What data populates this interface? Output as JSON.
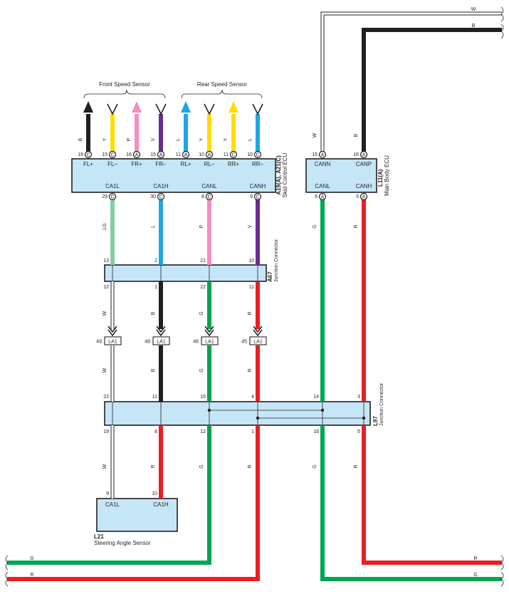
{
  "colors": {
    "B": "#231f20",
    "Y": "#ffdd00",
    "P": "#f28fbf",
    "V": "#6a2c91",
    "L": "#1ea6e6",
    "LG": "#82cfa0",
    "W": "#ffffff",
    "G": "#00a651",
    "R": "#ec1c24",
    "box_fill": "#c5e6f7"
  },
  "front_speed_sensor": {
    "label": "Front Speed Sensor"
  },
  "rear_speed_sensor": {
    "label": "Rear Speed Sensor"
  },
  "skid_ecu": {
    "id": "A19(A), A21(C)",
    "name": "Skid Control ECU",
    "top_pins": [
      {
        "pin": "16",
        "conn": "C",
        "signal": "FL+",
        "wire": "B"
      },
      {
        "pin": "15",
        "conn": "C",
        "signal": "FL–",
        "wire": "Y"
      },
      {
        "pin": "16",
        "conn": "A",
        "signal": "FR+",
        "wire": "P"
      },
      {
        "pin": "15",
        "conn": "A",
        "signal": "FR–",
        "wire": "V"
      },
      {
        "pin": "11",
        "conn": "A",
        "signal": "RL+",
        "wire": "L"
      },
      {
        "pin": "10",
        "conn": "A",
        "signal": "RL–",
        "wire": "Y"
      },
      {
        "pin": "11",
        "conn": "C",
        "signal": "RR+",
        "wire": "Y"
      },
      {
        "pin": "10",
        "conn": "C",
        "signal": "RR–",
        "wire": "L"
      }
    ],
    "bottom_pins": [
      {
        "pin": "29",
        "conn": "C",
        "signal": "CA1L",
        "wire": "LG"
      },
      {
        "pin": "30",
        "conn": "C",
        "signal": "CA1H",
        "wire": "L"
      },
      {
        "pin": "8",
        "conn": "C",
        "signal": "CANL",
        "wire": "P"
      },
      {
        "pin": "9",
        "conn": "C",
        "signal": "CANH",
        "wire": "V"
      }
    ]
  },
  "main_body_ecu": {
    "id": "L11(A)",
    "name": "Main Body ECU",
    "top_pins": [
      {
        "pin": "15",
        "conn": "A",
        "signal": "CANN",
        "wire": "W"
      },
      {
        "pin": "16",
        "conn": "A",
        "signal": "CANP",
        "wire": "B"
      }
    ],
    "bottom_pins": [
      {
        "pin": "6",
        "conn": "A",
        "signal": "CANL",
        "wire": "G"
      },
      {
        "pin": "5",
        "conn": "A",
        "signal": "CANH",
        "wire": "R"
      }
    ]
  },
  "a67": {
    "id": "A67",
    "name": "Junction Connector",
    "top_pins": [
      "13",
      "2",
      "21",
      "10"
    ],
    "bottom_pins": [
      "12",
      "1",
      "22",
      "11"
    ],
    "bottom_wires": [
      "W",
      "B",
      "G",
      "R"
    ]
  },
  "la1": {
    "label": "LA1",
    "pins": [
      "49",
      "48",
      "46",
      "45"
    ],
    "wires": [
      "W",
      "B",
      "G",
      "R"
    ]
  },
  "l97": {
    "id": "L97",
    "name": "Junction Connector",
    "top_pins": [
      "22",
      "11",
      "15",
      "4",
      "14",
      "3"
    ],
    "bottom_pins": [
      "19",
      "8",
      "12",
      "1",
      "16",
      "5"
    ],
    "bottom_wires": [
      "W",
      "R",
      "G",
      "R",
      "G",
      "R"
    ]
  },
  "l21": {
    "id": "L21",
    "name": "Steering Angle Sensor",
    "pins": [
      {
        "pin": "9",
        "signal": "CA1L"
      },
      {
        "pin": "10",
        "signal": "CA1H"
      }
    ]
  },
  "top_lines": [
    {
      "wire": "W",
      "label": "W"
    },
    {
      "wire": "B",
      "label": "B"
    }
  ],
  "bottom_lines": [
    {
      "wire": "G",
      "label": "G",
      "side": "left"
    },
    {
      "wire": "R",
      "label": "R",
      "side": "left"
    },
    {
      "wire": "R",
      "label": "R",
      "side": "right"
    },
    {
      "wire": "G",
      "label": "G",
      "side": "right"
    }
  ]
}
